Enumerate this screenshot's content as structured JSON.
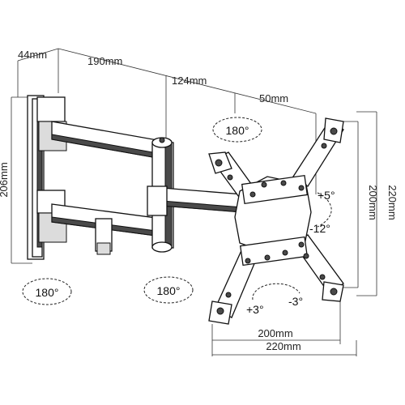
{
  "dimensions": {
    "depth_wall": "44mm",
    "arm_length": "190mm",
    "arm_segment": "124mm",
    "plate_offset": "50mm",
    "wall_plate_height": "206mm",
    "vesa_inner_height": "200mm",
    "vesa_outer_height": "220mm",
    "vesa_inner_width": "200mm",
    "vesa_outer_width": "220mm"
  },
  "rotations": {
    "top_center": "180°",
    "bottom_left": "180°",
    "bottom_middle": "180°",
    "tilt_up": "+5°",
    "tilt_down": "-12°",
    "level_plus": "+3°",
    "level_minus": "-3°"
  }
}
